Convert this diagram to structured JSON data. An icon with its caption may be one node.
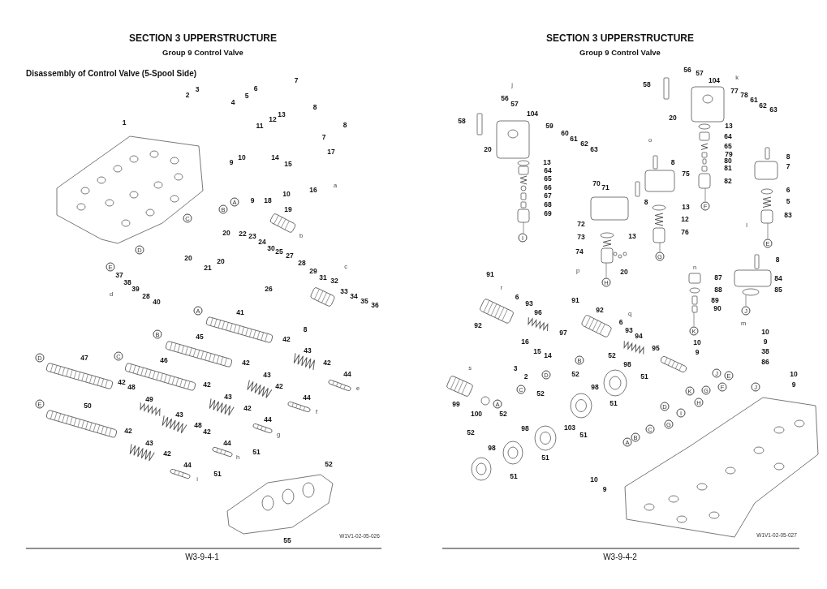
{
  "diagram": {
    "title": "Disassembly of Control Valve (5-Spool Side)",
    "nodes": [
      {
        "text": [
          "A"
        ]
      },
      {
        "text": [
          "B"
        ]
      },
      {
        "text": [
          "C"
        ]
      },
      {
        "text": [
          "D"
        ]
      },
      {
        "text": [
          "E"
        ]
      },
      {
        "text": [
          "A"
        ]
      },
      {
        "text": [
          "B"
        ]
      },
      {
        "text": [
          "C"
        ]
      },
      {
        "text": [
          "D"
        ]
      },
      {
        "text": [
          "E"
        ]
      },
      {
        "text": [
          "F"
        ]
      },
      {
        "text": [
          "I"
        ]
      },
      {
        "text": [
          "E"
        ]
      },
      {
        "text": [
          "G"
        ]
      },
      {
        "text": [
          "H"
        ]
      },
      {
        "text": [
          "J"
        ]
      },
      {
        "text": [
          "K"
        ]
      },
      {
        "text": [
          "B"
        ]
      },
      {
        "text": [
          "J"
        ]
      },
      {
        "text": [
          "D"
        ]
      },
      {
        "text": [
          "E"
        ]
      },
      {
        "text": [
          "F"
        ]
      },
      {
        "text": [
          "J"
        ]
      },
      {
        "text": [
          "C"
        ]
      },
      {
        "text": [
          "G"
        ]
      },
      {
        "text": [
          "K"
        ]
      },
      {
        "text": [
          "H"
        ]
      },
      {
        "text": [
          "A"
        ]
      },
      {
        "text": [
          "D"
        ]
      },
      {
        "text": [
          "I"
        ]
      },
      {
        "text": [
          "G"
        ]
      },
      {
        "text": [
          "C"
        ]
      },
      {
        "text": [
          "B"
        ]
      },
      {
        "text": [
          "A"
        ]
      }
    ],
    "labels": [
      "SECTION 3 UPPERSTRUCTURE",
      "Group 9 Control Valve",
      "SECTION 3 UPPERSTRUCTURE",
      "Group 9 Control Valve",
      "3",
      "2",
      "7",
      "6",
      "5",
      "4",
      "8",
      "1",
      "13",
      "12",
      "11",
      "8",
      "7",
      "17",
      "10",
      "9",
      "14",
      "15",
      "a",
      "16",
      "10",
      "9",
      "18",
      "19",
      "20",
      "b",
      "22",
      "23",
      "24",
      "30",
      "25",
      "27",
      "20",
      "20",
      "21",
      "28",
      "c",
      "37",
      "29",
      "31",
      "32",
      "38",
      "26",
      "39",
      "33",
      "d",
      "28",
      "34",
      "35",
      "40",
      "36",
      "41",
      "8",
      "45",
      "42",
      "43",
      "47",
      "46",
      "42",
      "42",
      "43",
      "44",
      "42",
      "42",
      "42",
      "48",
      "e",
      "43",
      "44",
      "49",
      "50",
      "42",
      "f",
      "43",
      "44",
      "48",
      "42",
      "42",
      "g",
      "43",
      "44",
      "51",
      "42",
      "h",
      "52",
      "44",
      "51",
      "i",
      "55",
      "W1V1-02-05-026",
      "W3-9-4-1",
      "56",
      "57",
      "k",
      "104",
      "58",
      "j",
      "77",
      "78",
      "61",
      "56",
      "57",
      "62",
      "63",
      "104",
      "20",
      "58",
      "13",
      "59",
      "60",
      "64",
      "61",
      "o",
      "62",
      "65",
      "20",
      "63",
      "79",
      "8",
      "80",
      "13",
      "8",
      "7",
      "81",
      "64",
      "75",
      "65",
      "82",
      "70",
      "66",
      "71",
      "6",
      "67",
      "5",
      "8",
      "68",
      "13",
      "69",
      "83",
      "12",
      "72",
      "l",
      "76",
      "13",
      "73",
      "74",
      "8",
      "n",
      "p",
      "20",
      "91",
      "87",
      "84",
      "r",
      "88",
      "85",
      "6",
      "89",
      "91",
      "93",
      "90",
      "92",
      "96",
      "q",
      "6",
      "m",
      "92",
      "93",
      "10",
      "97",
      "94",
      "16",
      "9",
      "10",
      "95",
      "15",
      "38",
      "9",
      "14",
      "52",
      "86",
      "98",
      "s",
      "3",
      "52",
      "10",
      "2",
      "51",
      "9",
      "98",
      "52",
      "51",
      "99",
      "100",
      "52",
      "103",
      "98",
      "52",
      "51",
      "98",
      "51",
      "51",
      "10",
      "9",
      "W1V1-02-05-027",
      "W3-9-4-2"
    ]
  }
}
